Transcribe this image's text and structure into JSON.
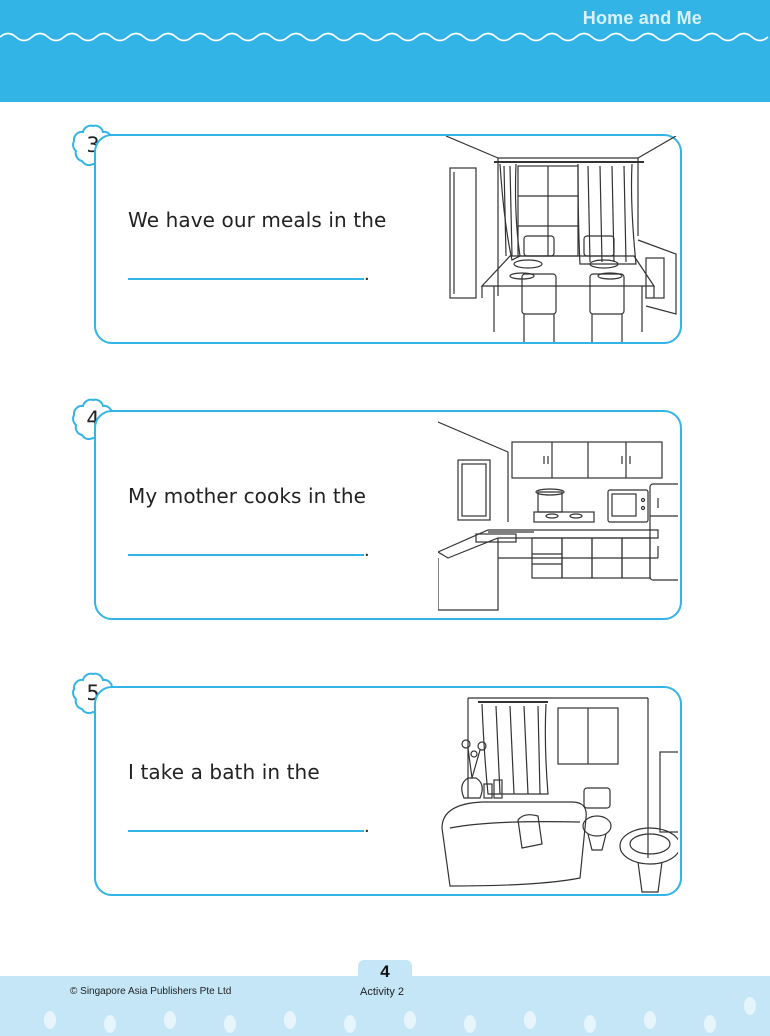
{
  "header": {
    "title": "Home and Me"
  },
  "items": [
    {
      "number": "3",
      "text": "We have our meals in the",
      "period": ".",
      "scene": "dining-room"
    },
    {
      "number": "4",
      "text": "My mother cooks in the",
      "period": ".",
      "scene": "kitchen"
    },
    {
      "number": "5",
      "text": "I take a bath in the",
      "period": ".",
      "scene": "bathroom"
    }
  ],
  "footer": {
    "page_number": "4",
    "copyright": "© Singapore Asia Publishers Pte Ltd",
    "activity": "Activity 2"
  },
  "colors": {
    "accent": "#33b4e6",
    "footer_bg": "#c4e6f6"
  }
}
